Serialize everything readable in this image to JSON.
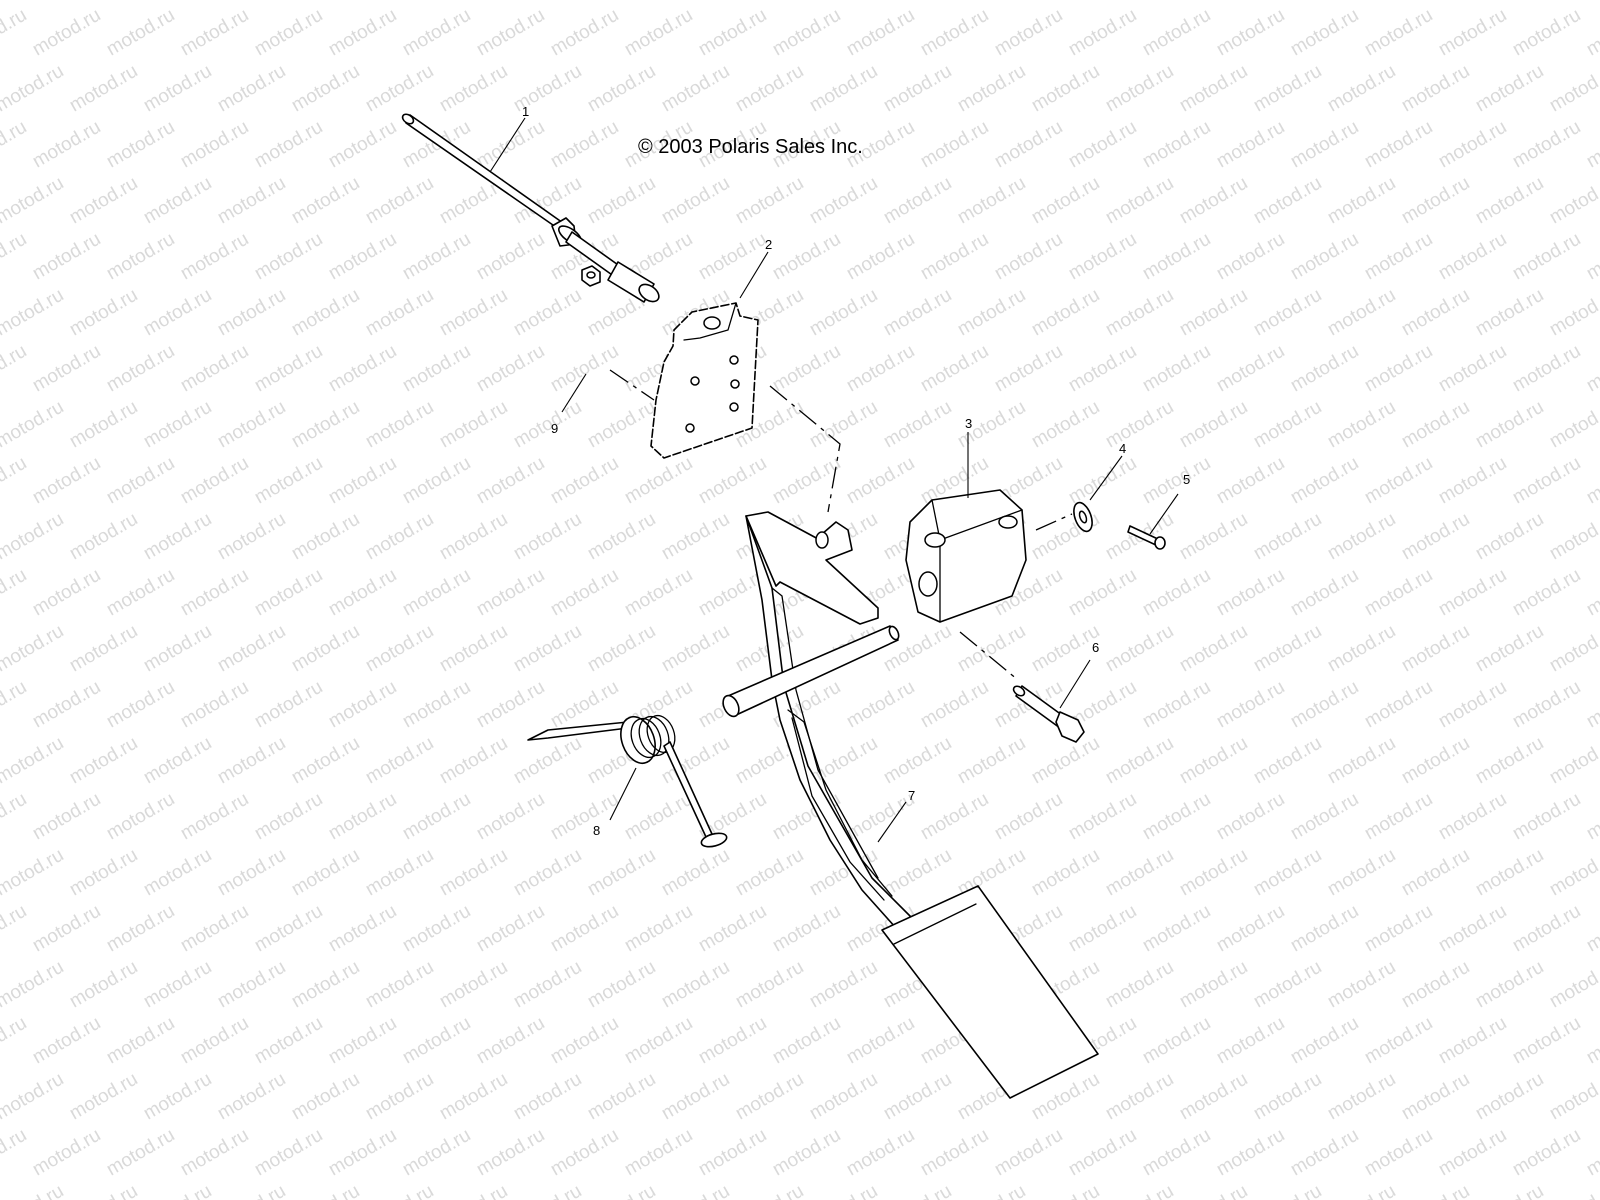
{
  "watermark": {
    "text": "motod.ru"
  },
  "copyright": "© 2003 Polaris Sales Inc.",
  "callouts": [
    {
      "id": "1",
      "label": "1"
    },
    {
      "id": "2",
      "label": "2"
    },
    {
      "id": "3",
      "label": "3"
    },
    {
      "id": "4",
      "label": "4"
    },
    {
      "id": "5",
      "label": "5"
    },
    {
      "id": "6",
      "label": "6"
    },
    {
      "id": "7",
      "label": "7"
    },
    {
      "id": "8",
      "label": "8"
    },
    {
      "id": "9",
      "label": "9"
    }
  ]
}
